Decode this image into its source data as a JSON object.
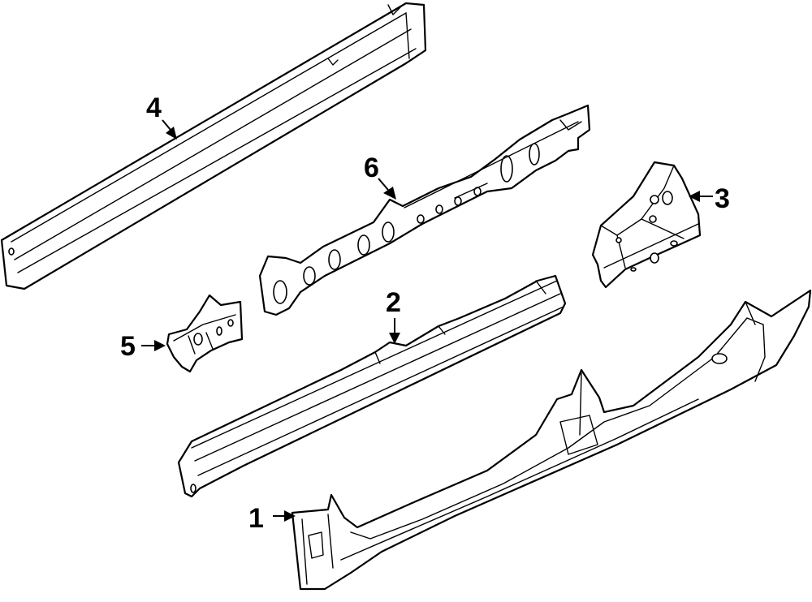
{
  "diagram": {
    "callouts": [
      {
        "id": "callout-1",
        "label": "1"
      },
      {
        "id": "callout-2",
        "label": "2"
      },
      {
        "id": "callout-3",
        "label": "3"
      },
      {
        "id": "callout-4",
        "label": "4"
      },
      {
        "id": "callout-5",
        "label": "5"
      },
      {
        "id": "callout-6",
        "label": "6"
      }
    ]
  }
}
